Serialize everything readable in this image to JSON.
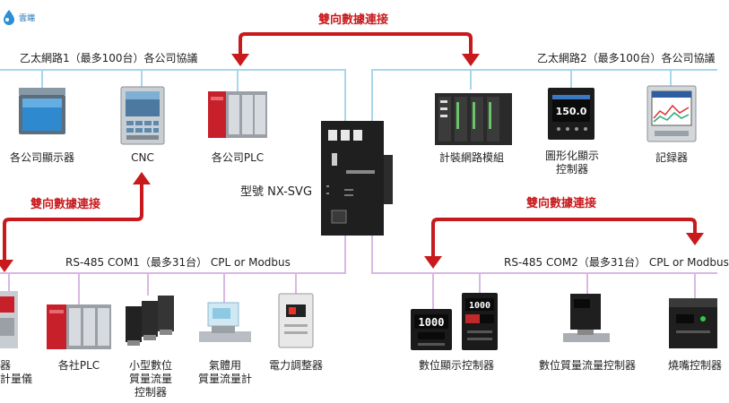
{
  "logo": {
    "text": "雲端",
    "icon": "cloud-drop-icon"
  },
  "colors": {
    "ethernet": "#a8d6ec",
    "rs485": "#d9b8e3",
    "arrow": "#c8191c"
  },
  "center": {
    "model": "型號 NX-SVG"
  },
  "arrows": {
    "top": "雙向數據連接",
    "left": "雙向數據連接",
    "right": "雙向數據連接"
  },
  "buses": {
    "ethernet1": "乙太網路1（最多100台）各公司協議",
    "ethernet2": "乙太網路2（最多100台）各公司協議",
    "com1": "RS-485 COM1（最多31台） CPL or Modbus",
    "com2": "RS-485 COM2（最多31台） CPL or Modbus"
  },
  "devices": {
    "eth1": [
      {
        "name": "各公司顯示器"
      },
      {
        "name": "CNC"
      },
      {
        "name": "各公司PLC"
      }
    ],
    "eth2": [
      {
        "name": "計裝網路模組"
      },
      {
        "name": "圖形化顯示\n控制器",
        "display": "150.0"
      },
      {
        "name": "記録器"
      }
    ],
    "com1": [
      {
        "name": "器\n計量儀"
      },
      {
        "name": "各社PLC"
      },
      {
        "name": "小型數位\n質量流量\n控制器"
      },
      {
        "name": "氣體用\n質量流量計"
      },
      {
        "name": "電力調整器"
      }
    ],
    "com2": [
      {
        "name": "數位顯示控制器",
        "display1": "1000",
        "display2": "1000"
      },
      {
        "name": "數位質量流量控制器"
      },
      {
        "name": "燒嘴控制器"
      }
    ]
  }
}
